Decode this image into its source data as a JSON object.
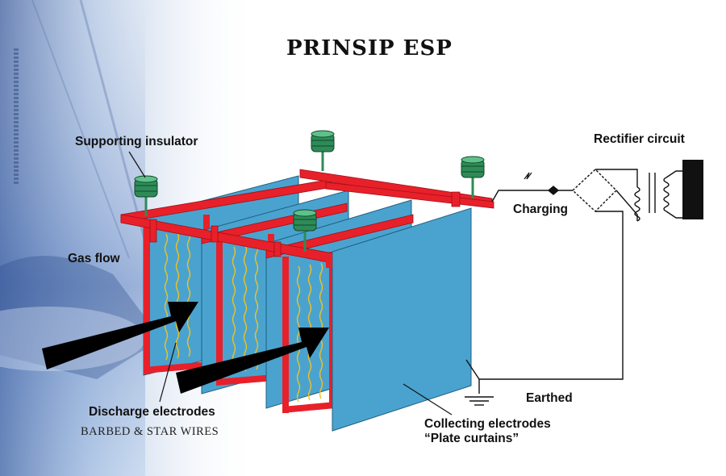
{
  "slide": {
    "title": "PRINSIP  ESP"
  },
  "labels": {
    "supporting_insulator": "Supporting insulator",
    "gas_flow": "Gas flow",
    "rectifier_circuit": "Rectifier circuit",
    "charging": "Charging",
    "earthed": "Earthed",
    "discharge_electrodes": "Discharge electrodes",
    "discharge_electrodes_sub": "BARBED & STAR WIRES",
    "collecting_electrodes": "Collecting electrodes",
    "collecting_electrodes_sub": "“Plate curtains”"
  },
  "colors": {
    "plate": "#4aa3cf",
    "frame": "#e8202a",
    "insulator": "#2e8b57",
    "wire": "#f0c020",
    "arrow": "#000000"
  }
}
